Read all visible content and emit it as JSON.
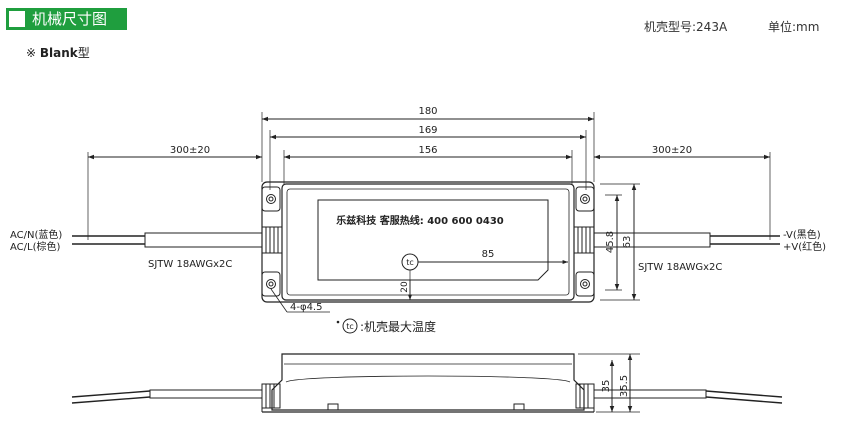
{
  "header": {
    "title": "机械尺寸图",
    "model": "机壳型号:243A",
    "unit": "单位:mm"
  },
  "subtitle": {
    "marker": "※",
    "name": "Blank",
    "suffix": "型"
  },
  "dims": {
    "overall": "180",
    "holes": "169",
    "body": "156",
    "lead_left": "300±20",
    "lead_right": "300±20",
    "h_outer": "63",
    "h_inner": "45.8",
    "tc_x": "85",
    "tc_y": "20",
    "hole_dia": "4-φ4.5",
    "side_h1": "35",
    "side_h2": "35.5"
  },
  "labels": {
    "label_text": "乐兹科技 客服热线: 400 600 0430",
    "tc_symbol": "tc",
    "tc_note": ":机壳最大温度",
    "ac_n": "AC/N(蓝色)",
    "ac_l": "AC/L(棕色)",
    "cable_left": "SJTW 18AWGx2C",
    "cable_right": "SJTW 18AWGx2C",
    "v_neg": "-V(黑色)",
    "v_pos": "+V(红色)"
  }
}
